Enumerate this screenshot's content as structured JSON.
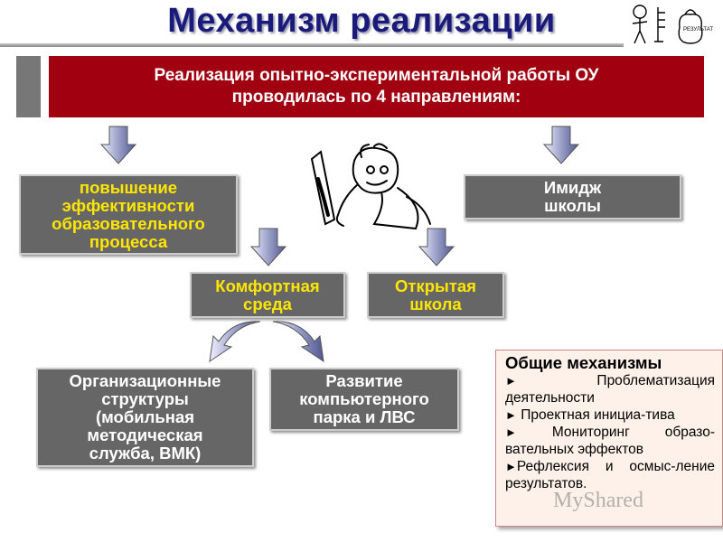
{
  "title": "Механизм реализации",
  "banner": {
    "line1": "Реализация опытно-экспериментальной работы ОУ",
    "line2": "проводилась по 4 направлениям:"
  },
  "boxes": {
    "efficiency": [
      "повышение",
      "эффективности",
      "образовательного",
      "процесса"
    ],
    "image": [
      "Имидж",
      "школы"
    ],
    "comfort": [
      "Комфортная",
      "среда"
    ],
    "open_school": [
      "Открытая",
      "школа"
    ],
    "org": [
      "Организационные",
      "структуры",
      "(мобильная",
      "методическая",
      "служба, ВМК)"
    ],
    "computer": [
      "Развитие",
      "компьютерного",
      "парка и ЛВС"
    ]
  },
  "mechanisms": {
    "heading": "Общие механизмы",
    "bullet": "►",
    "items": [
      "Проблематизация деятельности",
      "Проектная инициа-тива",
      "Мониторинг образо-вательных эффектов",
      "Рефлексия и осмыс-ление результатов."
    ]
  },
  "corner_sign": "РЕЗУЛЬТАТ",
  "watermark": "MyShared",
  "colors": {
    "banner": "#a0000f",
    "title": "#1a1a7a",
    "box": "#666666",
    "accent_text": "#ffe600"
  }
}
